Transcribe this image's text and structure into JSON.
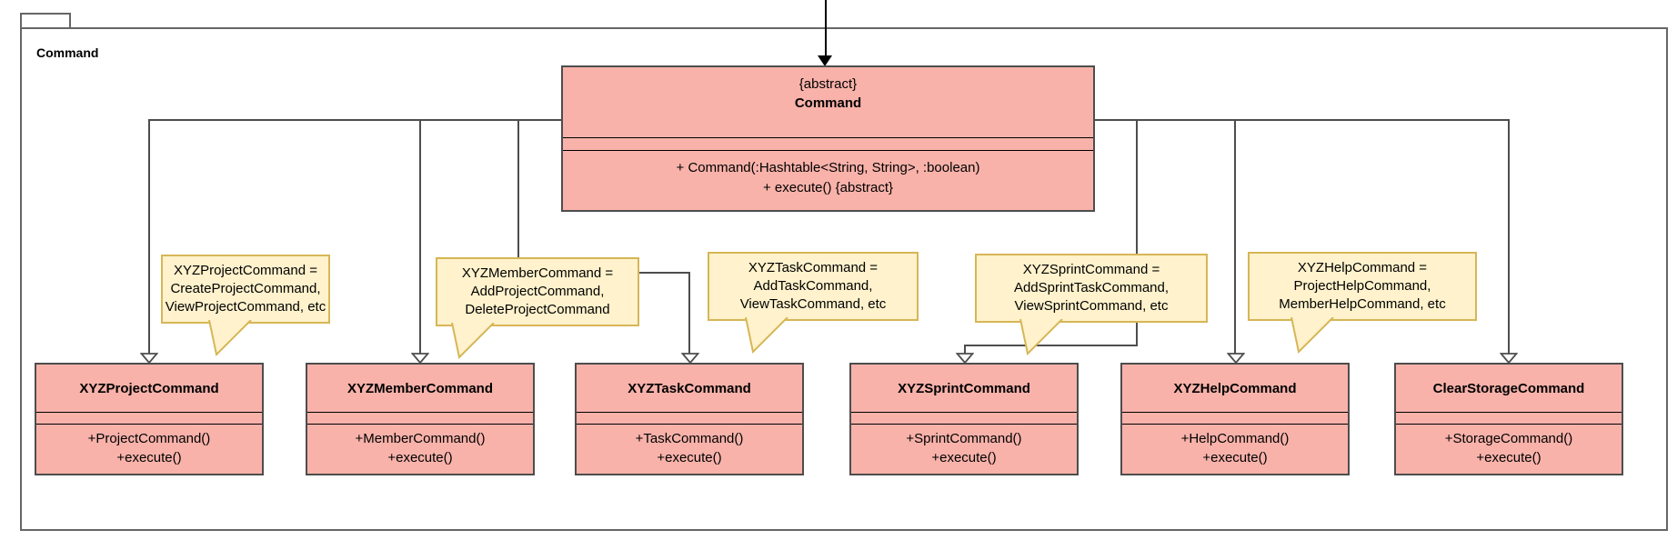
{
  "package": {
    "label": "Command"
  },
  "abstract_class": {
    "stereotype": "{abstract}",
    "name": "Command",
    "methods": [
      "+ Command(:Hashtable<String, String>, :boolean)",
      "+ execute() {abstract}"
    ]
  },
  "subclasses": [
    {
      "name": "XYZProjectCommand",
      "methods": [
        "+ProjectCommand()",
        "+execute()"
      ]
    },
    {
      "name": "XYZMemberCommand",
      "methods": [
        "+MemberCommand()",
        "+execute()"
      ]
    },
    {
      "name": "XYZTaskCommand",
      "methods": [
        "+TaskCommand()",
        "+execute()"
      ]
    },
    {
      "name": "XYZSprintCommand",
      "methods": [
        "+SprintCommand()",
        "+execute()"
      ]
    },
    {
      "name": "XYZHelpCommand",
      "methods": [
        "+HelpCommand()",
        "+execute()"
      ]
    },
    {
      "name": "ClearStorageCommand",
      "methods": [
        "+StorageCommand()",
        "+execute()"
      ]
    }
  ],
  "notes": [
    {
      "text": "XYZProjectCommand =\nCreateProjectCommand,\nViewProjectCommand, etc"
    },
    {
      "text": "XYZMemberCommand =\nAddProjectCommand,\nDeleteProjectCommand"
    },
    {
      "text": "XYZTaskCommand =\nAddTaskCommand,\nViewTaskCommand, etc"
    },
    {
      "text": "XYZSprintCommand =\nAddSprintTaskCommand,\nViewSprintCommand, etc"
    },
    {
      "text": "XYZHelpCommand =\nProjectHelpCommand,\nMemberHelpCommand, etc"
    }
  ],
  "colors": {
    "class_fill": "#F8B2AA",
    "class_stroke": "#4D4D4D",
    "note_fill": "#FFF2CC",
    "note_stroke": "#D6B656",
    "connector": "#4D4D4D",
    "arrow": "#000000"
  }
}
